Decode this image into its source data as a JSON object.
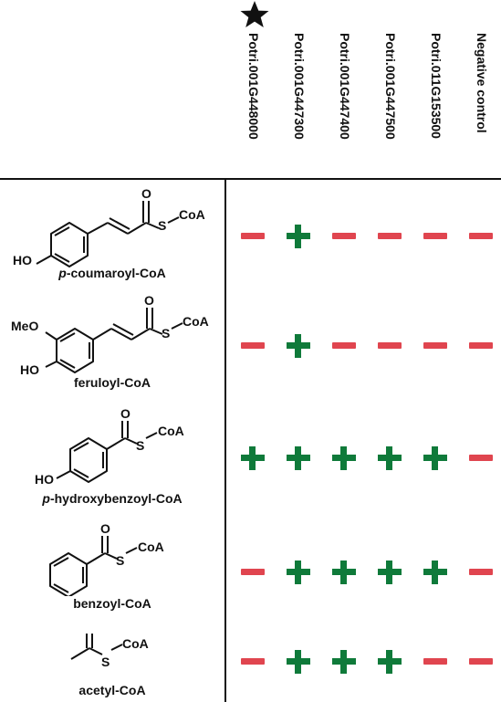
{
  "colors": {
    "positive": "#0f7a3a",
    "negative": "#e0454f",
    "line": "#111111"
  },
  "marker_icon": "star-icon",
  "columns": [
    "Potri.001G448000",
    "Potri.001G447300",
    "Potri.001G447400",
    "Potri.001G447500",
    "Potri.011G153500",
    "Negative control"
  ],
  "rows": [
    {
      "name_prefix": "p",
      "name_rest": "-coumaroyl-CoA",
      "results": [
        "-",
        "+",
        "-",
        "-",
        "-",
        "-"
      ]
    },
    {
      "name_prefix": "",
      "name_rest": "feruloyl-CoA",
      "results": [
        "-",
        "+",
        "-",
        "-",
        "-",
        "-"
      ]
    },
    {
      "name_prefix": "p",
      "name_rest": "-hydroxybenzoyl-CoA",
      "results": [
        "+",
        "+",
        "+",
        "+",
        "+",
        "-"
      ]
    },
    {
      "name_prefix": "",
      "name_rest": "benzoyl-CoA",
      "results": [
        "-",
        "+",
        "+",
        "+",
        "+",
        "-"
      ]
    },
    {
      "name_prefix": "",
      "name_rest": "acetyl-CoA",
      "results": [
        "-",
        "+",
        "+",
        "+",
        "-",
        "-"
      ]
    }
  ],
  "atom_labels": {
    "coa": "CoA",
    "s": "S",
    "o": "O",
    "ho": "HO",
    "meo": "MeO"
  }
}
